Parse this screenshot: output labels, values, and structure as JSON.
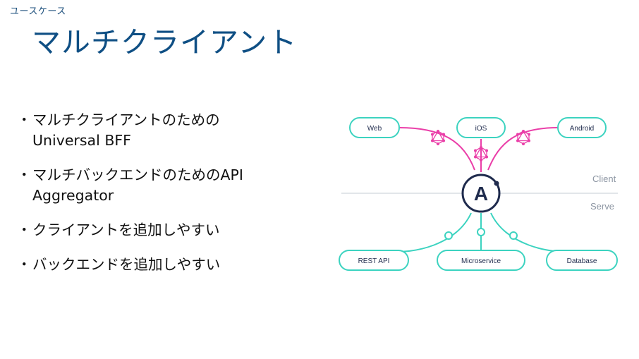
{
  "header": {
    "kicker": "ユースケース",
    "title": "マルチクライアント"
  },
  "bullets": [
    {
      "marker": "・",
      "lines": [
        "マルチクライアントのための",
        "Universal BFF"
      ]
    },
    {
      "marker": "・",
      "lines": [
        "マルチバックエンドのためのAPI",
        "Aggregator"
      ]
    },
    {
      "marker": "・",
      "lines": [
        "クライアントを追加しやすい"
      ]
    },
    {
      "marker": "・",
      "lines": [
        "バックエンドを追加しやすい"
      ]
    }
  ],
  "diagram": {
    "clients": [
      "Web",
      "iOS",
      "Android"
    ],
    "servers": [
      "REST API",
      "Microservice",
      "Database"
    ],
    "layer_labels": {
      "client": "Client",
      "server": "Serve"
    },
    "center_logo": "A",
    "colors": {
      "client_link": "#ea3ea8",
      "server_link": "#3cd3c0",
      "node_border": "#3cd3c0",
      "title": "#0f4f84",
      "logo": "#1f2b4d",
      "divider": "#d9dde2",
      "layer_label": "#8d96a3"
    },
    "icons": [
      "graphql-icon",
      "graphql-icon",
      "graphql-icon"
    ]
  }
}
